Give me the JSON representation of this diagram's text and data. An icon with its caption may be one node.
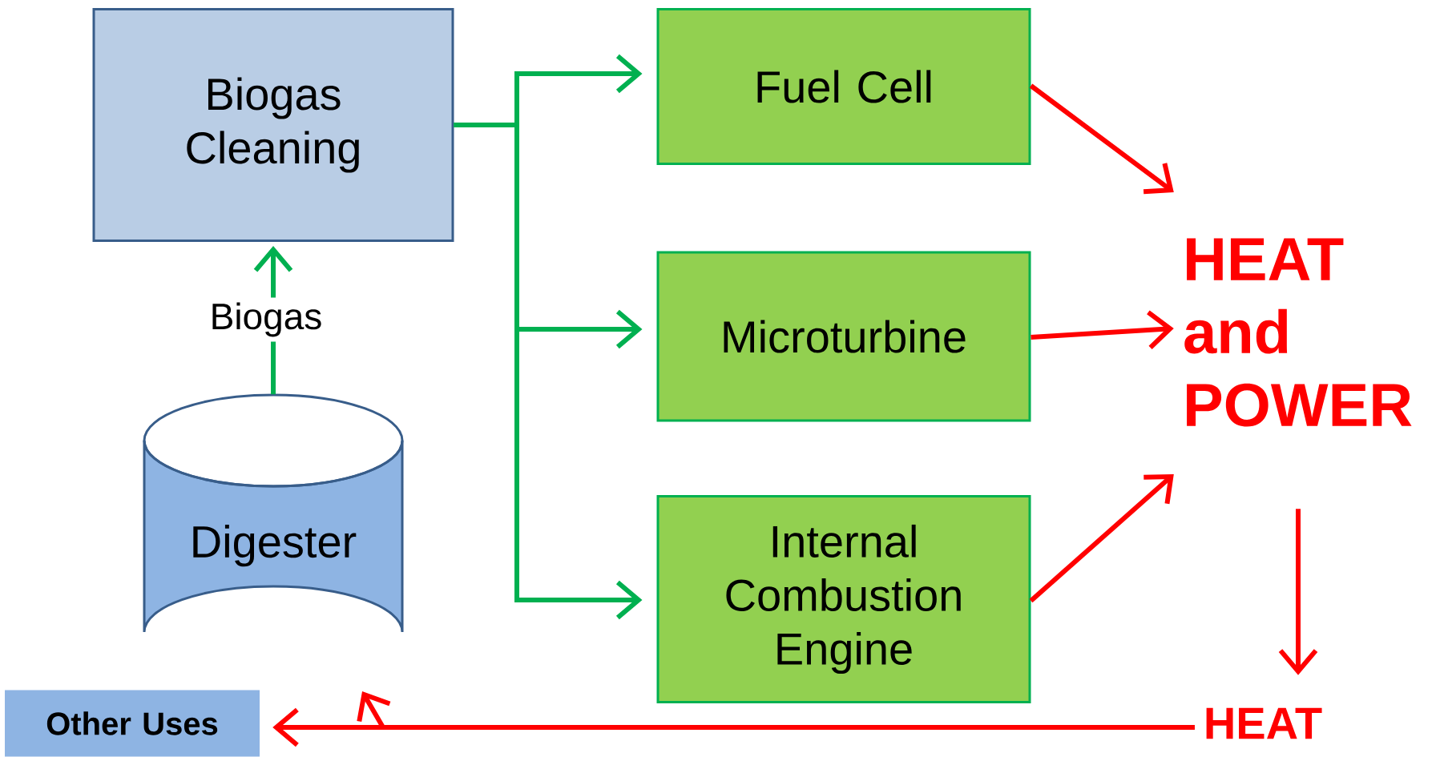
{
  "diagram": {
    "nodes": [
      {
        "text": [
          "Biogas Cleaning"
        ]
      },
      {
        "text": [
          "Fuel Cell"
        ]
      },
      {
        "text": [
          "Microturbine"
        ]
      },
      {
        "text": [
          "Internal Combustion Engine"
        ]
      },
      {
        "text": [
          "HEAT and POWER"
        ]
      },
      {
        "text": [
          "Digester"
        ]
      },
      {
        "text": [
          "Other Uses"
        ]
      },
      {
        "text": [
          "HEAT"
        ]
      }
    ],
    "edges": [
      {
        "from": 5,
        "to": 0,
        "arrow": "to",
        "label": "Biogas",
        "color": "#00b050"
      },
      {
        "from": 0,
        "to": 1,
        "arrow": "to",
        "color": "#00b050"
      },
      {
        "from": 0,
        "to": 2,
        "arrow": "to",
        "color": "#00b050"
      },
      {
        "from": 0,
        "to": 3,
        "arrow": "to",
        "color": "#00b050"
      },
      {
        "from": 1,
        "to": 4,
        "arrow": "to"
      },
      {
        "from": 2,
        "to": 4,
        "arrow": "to"
      },
      {
        "from": 3,
        "to": 4,
        "arrow": "to"
      },
      {
        "from": 4,
        "to": 7,
        "arrow": "to"
      },
      {
        "from": 7,
        "to": 6,
        "arrow": "to"
      },
      {
        "from": 7,
        "to": 5,
        "arrow": "to"
      }
    ]
  }
}
